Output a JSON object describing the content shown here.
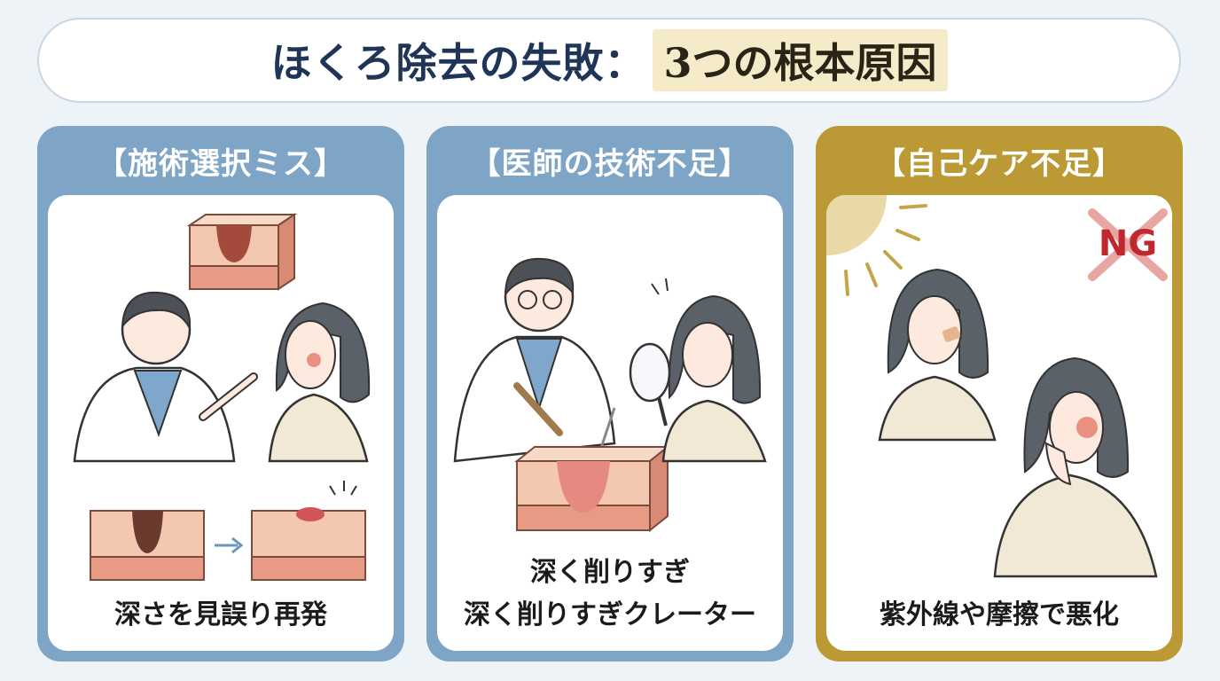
{
  "title": {
    "main": "ほくろ除去の失敗：",
    "highlight": "3つの根本原因"
  },
  "panels": [
    {
      "heading": "【施術選択ミス】",
      "caption": "深さを見誤り再発"
    },
    {
      "heading": "【医師の技術不足】",
      "caption_line1": "深く削りすぎ",
      "caption_line2": "深く削りすぎクレーター"
    },
    {
      "heading": "【自己ケア不足】",
      "ng_label": "NG",
      "caption": "紫外線や摩擦で悪化"
    }
  ],
  "colors": {
    "blue_panel": "#7ea5c6",
    "gold_panel": "#bb9a35",
    "title_text": "#1f3557",
    "highlight_bg": "#f5ebc8",
    "ng_red": "#c0282f"
  }
}
